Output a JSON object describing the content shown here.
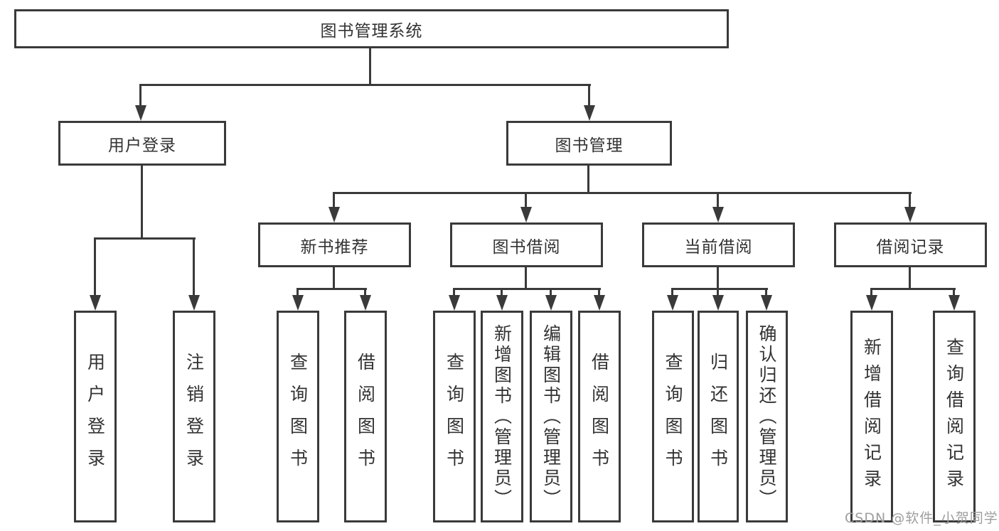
{
  "diagram_title": "图书管理系统",
  "tree": {
    "label": "图书管理系统",
    "children": [
      {
        "label": "用户登录",
        "children": [
          {
            "label": "用户登录"
          },
          {
            "label": "注销登录"
          }
        ]
      },
      {
        "label": "图书管理",
        "children": [
          {
            "label": "新书推荐",
            "children": [
              {
                "label": "查询图书"
              },
              {
                "label": "借阅图书"
              }
            ]
          },
          {
            "label": "图书借阅",
            "children": [
              {
                "label": "查询图书"
              },
              {
                "label": "新增图书（管理员）"
              },
              {
                "label": "编辑图书（管理员）"
              },
              {
                "label": "借阅图书"
              }
            ]
          },
          {
            "label": "当前借阅",
            "children": [
              {
                "label": "查询图书"
              },
              {
                "label": "归还图书"
              },
              {
                "label": "确认归还（管理员）"
              }
            ]
          },
          {
            "label": "借阅记录",
            "children": [
              {
                "label": "新增借阅记录"
              },
              {
                "label": "查询借阅记录"
              }
            ]
          }
        ]
      }
    ]
  },
  "watermark": {
    "text": "CSDN @软件_小贺同学",
    "color": "#9e9e9e"
  },
  "colors": {
    "line": "#3a3a3a",
    "text": "#333333",
    "background": "#ffffff"
  }
}
